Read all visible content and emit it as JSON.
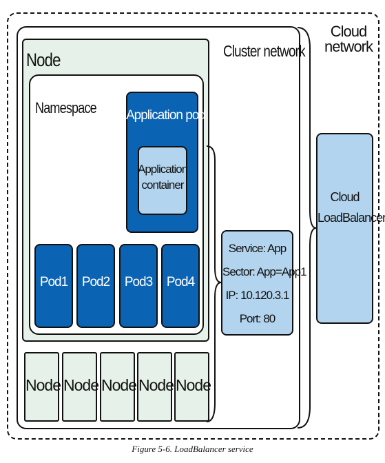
{
  "labels": {
    "cluster_network": "Cluster network",
    "cloud_network_line1": "Cloud",
    "cloud_network_line2": "network",
    "node": "Node",
    "namespace": "Namespace",
    "application_pod": "Application pod",
    "application_container_line1": "Application",
    "application_container_line2": "container",
    "cloud_lb_line1": "Cloud",
    "cloud_lb_line2": "LoadBalancer"
  },
  "pods": [
    "Pod1",
    "Pod2",
    "Pod3",
    "Pod4"
  ],
  "nodes": [
    "Node",
    "Node",
    "Node",
    "Node",
    "Node"
  ],
  "service": {
    "line1": "Service: App",
    "line2": "Sector: App=App1",
    "line3": "IP: 10.120.3.1",
    "line4": "Port: 80"
  },
  "caption": "Figure 5-6. LoadBalancer service"
}
